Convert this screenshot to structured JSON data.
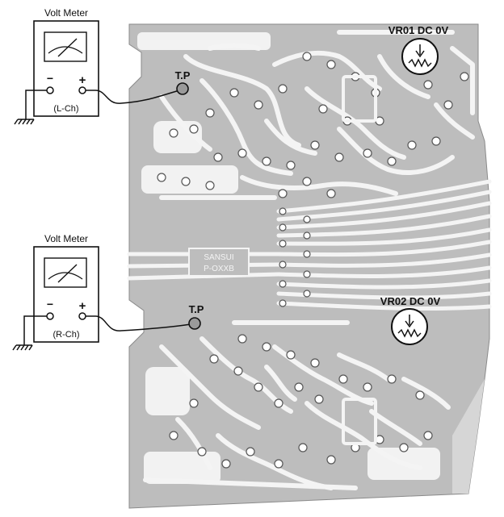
{
  "meters": [
    {
      "title": "Volt Meter",
      "minus": "−",
      "plus": "+",
      "channel": "(L-Ch)"
    },
    {
      "title": "Volt Meter",
      "minus": "−",
      "plus": "+",
      "channel": "(R-Ch)"
    }
  ],
  "test_points": [
    "T.P",
    "T.P"
  ],
  "pots": [
    "VR01 DC 0V",
    "VR02 DC 0V"
  ],
  "board_marking_lines": [
    "SANSUI",
    "P-OXXB"
  ],
  "colors": {
    "board": "#bdbdbd",
    "trace": "#f4f4f4",
    "ink": "#111111"
  }
}
